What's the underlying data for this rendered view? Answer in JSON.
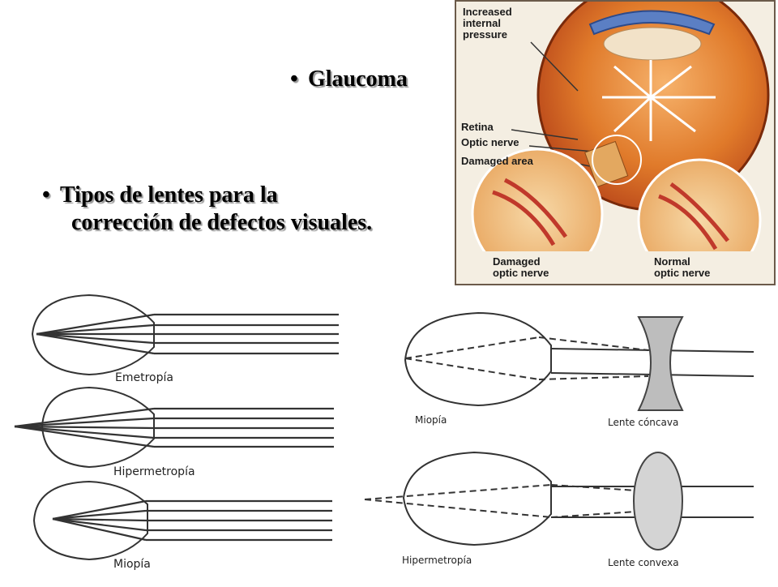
{
  "bullets": {
    "glaucoma": "Glaucoma",
    "lenses_line1": "Tipos de lentes para la",
    "lenses_line2": "corrección de defectos visuales.",
    "bullet_char": "•"
  },
  "glaucoma_figure": {
    "label_pressure_1": "Increased",
    "label_pressure_2": "internal",
    "label_pressure_3": "pressure",
    "label_retina": "Retina",
    "label_optic": "Optic nerve",
    "label_damaged_area": "Damaged area",
    "label_damaged_1": "Damaged",
    "label_damaged_2": "optic nerve",
    "label_normal_1": "Normal",
    "label_normal_2": "optic nerve"
  },
  "optics_diagram": {
    "emetropia": "Emetropía",
    "hipermetropia_left": "Hipermetropía",
    "miopia_left": "Miopía",
    "miopia_right": "Miopía",
    "lente_concava": "Lente cóncava",
    "hipermetropia_right": "Hipermetropía",
    "lente_convexa": "Lente convexa"
  }
}
